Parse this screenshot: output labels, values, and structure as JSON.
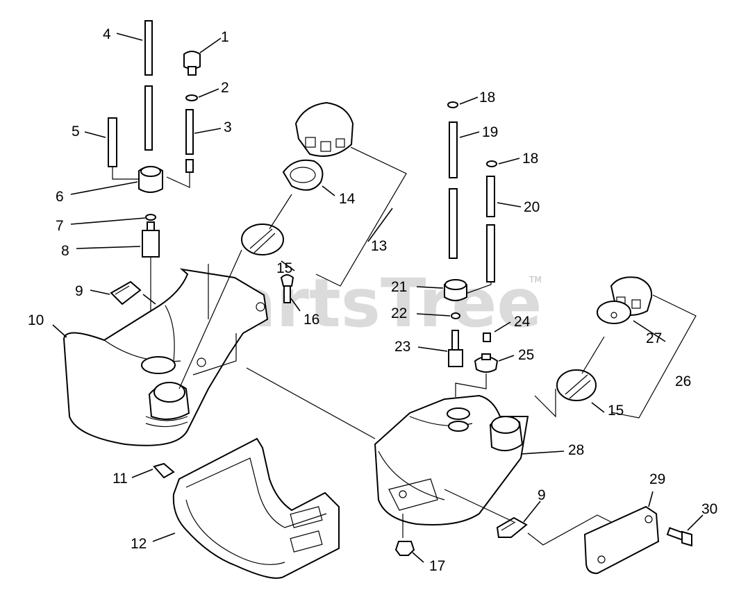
{
  "watermark": {
    "text": "PartsTree",
    "mark": "TM"
  },
  "callouts": [
    {
      "id": "c1",
      "text": "1"
    },
    {
      "id": "c2",
      "text": "2"
    },
    {
      "id": "c3",
      "text": "3"
    },
    {
      "id": "c4",
      "text": "4"
    },
    {
      "id": "c5",
      "text": "5"
    },
    {
      "id": "c6",
      "text": "6"
    },
    {
      "id": "c7",
      "text": "7"
    },
    {
      "id": "c8",
      "text": "8"
    },
    {
      "id": "c9a",
      "text": "9"
    },
    {
      "id": "c10",
      "text": "10"
    },
    {
      "id": "c11",
      "text": "11"
    },
    {
      "id": "c12",
      "text": "12"
    },
    {
      "id": "c13",
      "text": "13"
    },
    {
      "id": "c14",
      "text": "14"
    },
    {
      "id": "c15a",
      "text": "15"
    },
    {
      "id": "c16",
      "text": "16"
    },
    {
      "id": "c17",
      "text": "17"
    },
    {
      "id": "c18a",
      "text": "18"
    },
    {
      "id": "c19",
      "text": "19"
    },
    {
      "id": "c18b",
      "text": "18"
    },
    {
      "id": "c20",
      "text": "20"
    },
    {
      "id": "c21",
      "text": "21"
    },
    {
      "id": "c22",
      "text": "22"
    },
    {
      "id": "c23",
      "text": "23"
    },
    {
      "id": "c24",
      "text": "24"
    },
    {
      "id": "c25",
      "text": "25"
    },
    {
      "id": "c26",
      "text": "26"
    },
    {
      "id": "c27",
      "text": "27"
    },
    {
      "id": "c15b",
      "text": "15"
    },
    {
      "id": "c28",
      "text": "28"
    },
    {
      "id": "c29",
      "text": "29"
    },
    {
      "id": "c9b",
      "text": "9"
    },
    {
      "id": "c30",
      "text": "30"
    }
  ]
}
